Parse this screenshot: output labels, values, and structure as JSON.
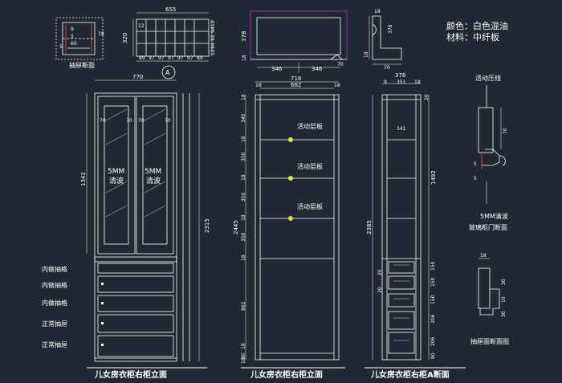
{
  "drawing": {
    "material": {
      "color_line": "颜色：白色混油",
      "material_line": "材料：中纤板"
    },
    "titles": {
      "left": "儿女房衣柜右柜立面",
      "middle": "儿女房衣柜右柜立面",
      "right": "儿女房衣柜右柜A断面"
    },
    "details": {
      "drawer_section": "抽屉断面",
      "drawer_face_section": "抽屉面断面图",
      "glass_door_section": "玻璃柜门断面",
      "glass_note": "5MM清波",
      "pressure_line": "活动压线",
      "section_mark": "A"
    },
    "glass_labels": {
      "left_top": "5MM",
      "left_bottom": "清波",
      "right_top": "5MM",
      "right_bottom": "清波"
    },
    "drawer_labels": [
      "内做抽格",
      "内做抽格",
      "内做抽格",
      "正常抽屉",
      "正常抽屉"
    ],
    "shelf_labels": [
      "活动层板",
      "活动层板",
      "活动层板"
    ],
    "dimensions": {
      "plan_width": "655",
      "plan_depth": "320",
      "plan_left": "12",
      "plan_bottom": [
        "89",
        "97",
        "97",
        "97",
        "97",
        "97",
        "89"
      ],
      "plan_right": [
        "12",
        "94",
        "92",
        "94",
        "12"
      ],
      "drawer_sec": [
        "9",
        "5",
        "60",
        "18",
        "5"
      ],
      "top_total": "770",
      "left_height_upper": "1342",
      "left_height_total": "2315",
      "door_margins": [
        "70",
        "70",
        "70",
        "70"
      ],
      "mid_width": "718",
      "mid_inner": "682",
      "mid_edges": [
        "18",
        "18"
      ],
      "mid_heights": [
        "18",
        "345",
        "18",
        "350",
        "18",
        "350",
        "18",
        "350",
        "18",
        "862",
        "18"
      ],
      "mid_total": "2445",
      "mid_bottom": [
        "80",
        "18"
      ],
      "mid_top_left": "378",
      "mid_top_left2": "18",
      "mid_top_w": [
        "346",
        "346"
      ],
      "mid_top_right": "70",
      "top_detail": [
        "18",
        "378",
        "18",
        "70"
      ],
      "right_top": [
        "378",
        "9",
        "351",
        "18"
      ],
      "right_inner": "341",
      "right_height": "1492",
      "right_total": "2385",
      "right_side": [
        "150",
        "150",
        "150",
        "206",
        "206",
        "80"
      ],
      "right_small": [
        "20",
        "20",
        "20"
      ],
      "press_dims": [
        "70",
        "5",
        "5"
      ],
      "drawer_face_dims": [
        "18",
        "30",
        "10",
        "30"
      ]
    }
  }
}
